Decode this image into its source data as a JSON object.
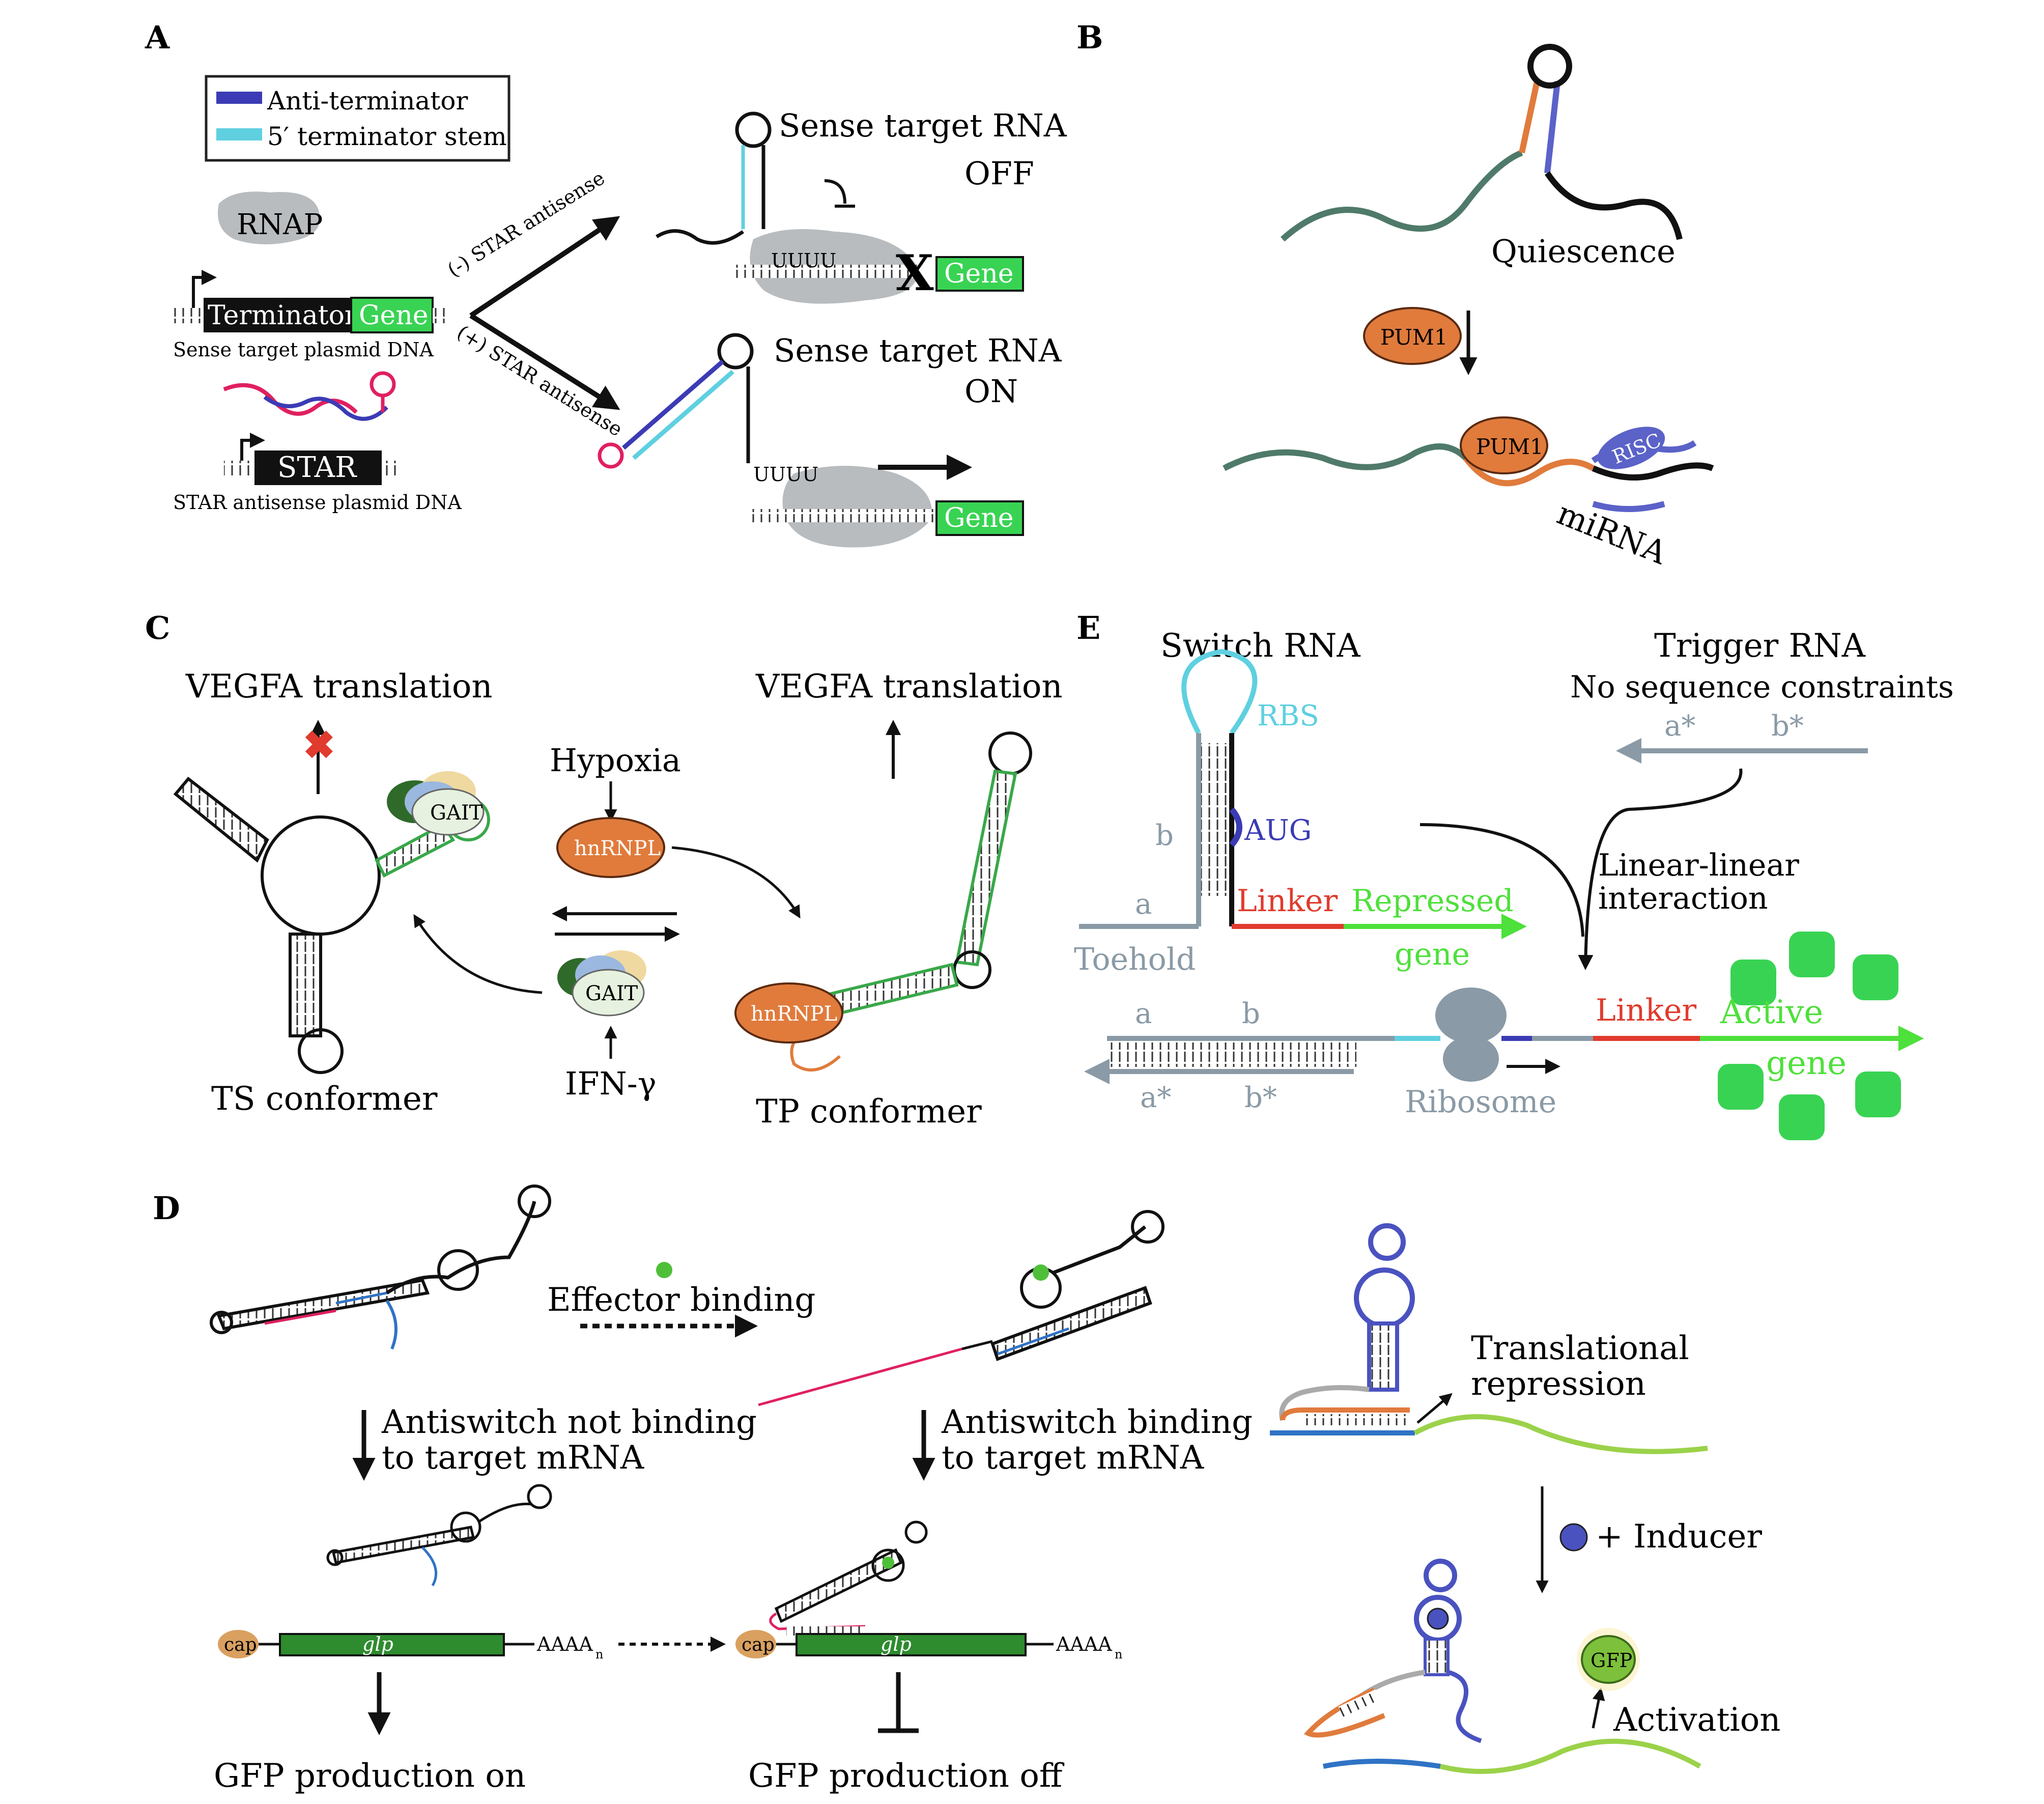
{
  "panels": {
    "A": {
      "label": "A",
      "legend": {
        "anti_terminator": "Anti-terminator",
        "terminator_stem": "5′ terminator stem"
      },
      "rnap": "RNAP",
      "terminator": "Terminator",
      "gene": "Gene",
      "sense_plasmid": "Sense target plasmid DNA",
      "star": "STAR",
      "star_plasmid": "STAR antisense plasmid DNA",
      "minus_star": "(-) STAR antisense",
      "plus_star": "(+) STAR antisense",
      "sense_rna_off": "Sense target RNA",
      "off": "OFF",
      "sense_rna_on": "Sense target RNA",
      "on": "ON",
      "uuuu": "UUUU"
    },
    "B": {
      "label": "B",
      "quiescence": "Quiescence",
      "pum1": "PUM1",
      "risc": "RISC",
      "mirna": "miRNA"
    },
    "C": {
      "label": "C",
      "vegfa_left": "VEGFA translation",
      "vegfa_right": "VEGFA translation",
      "gait": "GAIT",
      "hypoxia": "Hypoxia",
      "hnrnpl": "hnRNPL",
      "ifn": "IFN-γ",
      "ts": "TS conformer",
      "tp": "TP conformer"
    },
    "D": {
      "label": "D",
      "effector": "Effector binding",
      "not_binding_1": "Antiswitch not binding",
      "not_binding_2": "to target mRNA",
      "binding_1": "Antiswitch binding",
      "binding_2": "to target mRNA",
      "cap": "cap",
      "glp": "glp",
      "aaaa": "AAAA",
      "aaaa_sub": "n",
      "gfp_on": "GFP production on",
      "gfp_off": "GFP production off",
      "trans_rep_1": "Translational",
      "trans_rep_2": "repression",
      "inducer": "+ Inducer",
      "gfp": "GFP",
      "activation": "Activation"
    },
    "E": {
      "label": "E",
      "switch_rna": "Switch RNA",
      "rbs": "RBS",
      "aug": "AUG",
      "b": "b",
      "a": "a",
      "linker": "Linker",
      "repressed_1": "Repressed",
      "repressed_2": "gene",
      "toehold": "Toehold",
      "trigger": "Trigger RNA",
      "no_constraints": "No sequence constraints",
      "a_star": "a*",
      "b_star": "b*",
      "linear_1": "Linear-linear",
      "linear_2": "interaction",
      "ribosome": "Ribosome",
      "active_1": "Active",
      "active_2": "gene"
    }
  },
  "colors": {
    "gene_green": "#39d353",
    "orange": "#e07b3c",
    "cyan": "#5fd0e0",
    "blue": "#3b3bb5",
    "teal": "#4f7a6a",
    "red_linker": "#e03b2e",
    "bright_green": "#4ee03b",
    "grey": "#8a9aa6",
    "violet": "#5b62c8"
  }
}
